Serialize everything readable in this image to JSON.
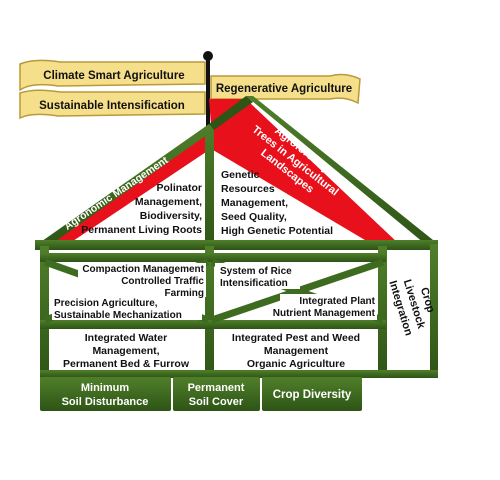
{
  "colors": {
    "frame_green": "#3d6b1f",
    "frame_dark": "#2a4a14",
    "roof_red": "#e8101a",
    "flag_yellow": "#f6df8a",
    "flag_border": "#b89a3a",
    "text_dark": "#111111",
    "text_white": "#ffffff",
    "pole": "#111111"
  },
  "flags": [
    {
      "id": "climate",
      "label": "Climate Smart Agriculture"
    },
    {
      "id": "sustainable",
      "label": "Sustainable Intensification"
    },
    {
      "id": "regenerative",
      "label": "Regenerative Agriculture"
    }
  ],
  "roof": {
    "left_label": "Agronomic Management",
    "right_label_line1": "Agroforestry,",
    "right_label_line2": "Trees in Agricultural",
    "right_label_line3": "Landscapes"
  },
  "attic": {
    "left": [
      "Polinator",
      "Management,",
      "Biodiversity,",
      "Permanent Living Roots"
    ],
    "right": [
      "Genetic",
      "Resources",
      "Management,",
      "Seed Quality,",
      "High Genetic Potential"
    ]
  },
  "middle": {
    "left_top": [
      "Compaction Management",
      "Controlled Traffic",
      "Farming"
    ],
    "left_bottom": [
      "Precision Agriculture,",
      "Sustainable Mechanization"
    ],
    "right_top": [
      "System of Rice",
      "Intensification"
    ],
    "right_bottom": [
      "Integrated Plant",
      "Nutrient Management"
    ]
  },
  "lower": {
    "left": [
      "Integrated Water",
      "Management,",
      "Permanent Bed & Furrow"
    ],
    "right": [
      "Integrated Pest and Weed",
      "Management",
      "Organic Agriculture"
    ]
  },
  "side_wall": [
    "Crop",
    "Livestock",
    "Integration"
  ],
  "foundation": [
    {
      "id": "min-soil",
      "lines": [
        "Minimum",
        "Soil Disturbance"
      ]
    },
    {
      "id": "soil-cover",
      "lines": [
        "Permanent",
        "Soil Cover"
      ]
    },
    {
      "id": "crop-div",
      "lines": [
        "Crop Diversity"
      ]
    }
  ]
}
